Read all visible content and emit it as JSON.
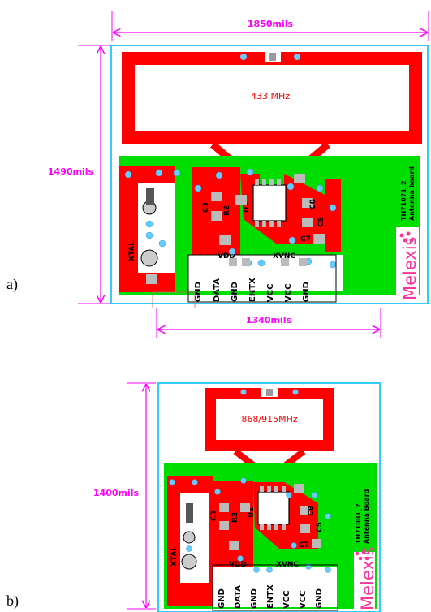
{
  "panels": [
    {
      "letter": "a)",
      "width_dim": "1850mils",
      "height_dim": "1490mils",
      "frequency": "433 MHz",
      "board_name_line1": "TH71071_2",
      "board_name_line2": "Antenna board",
      "brand": "Melexis",
      "pins": [
        "GND",
        "DATA",
        "GND",
        "ENTX",
        "VCC",
        "VCC",
        "GND"
      ],
      "parts": {
        "ic": "U1",
        "crystal": "XTAL",
        "vdd": "VDD",
        "vnc": "XVNC",
        "c1": "C3",
        "c2": "R2",
        "c3": "C7",
        "c4": "C5",
        "c5": "C8"
      }
    },
    {
      "letter": "b)",
      "width_dim": "1340mils",
      "height_dim": "1400mils",
      "frequency": "868/915MHz",
      "board_name_line1": "TH71081_2",
      "board_name_line2": "Antenna Board",
      "brand": "Melexis",
      "pins": [
        "GND",
        "DATA",
        "GND",
        "ENTX",
        "VCC",
        "VCC",
        "GND"
      ],
      "parts": {
        "ic": "U1",
        "crystal": "XTAL",
        "vdd": "VDD",
        "vnc": "XVNC",
        "c1": "C3",
        "c2": "R2",
        "c3": "C7",
        "c4": "C5",
        "c5": "C8"
      }
    }
  ],
  "colors": {
    "dimension": "#ff00ff",
    "outline": "#33ccff",
    "copper_top": "#ff0000",
    "copper_bottom": "#00dd00",
    "via": "#66ccff",
    "pad": "#bbbbbb",
    "silkscreen": "#000000",
    "brand": "#ff3399"
  }
}
